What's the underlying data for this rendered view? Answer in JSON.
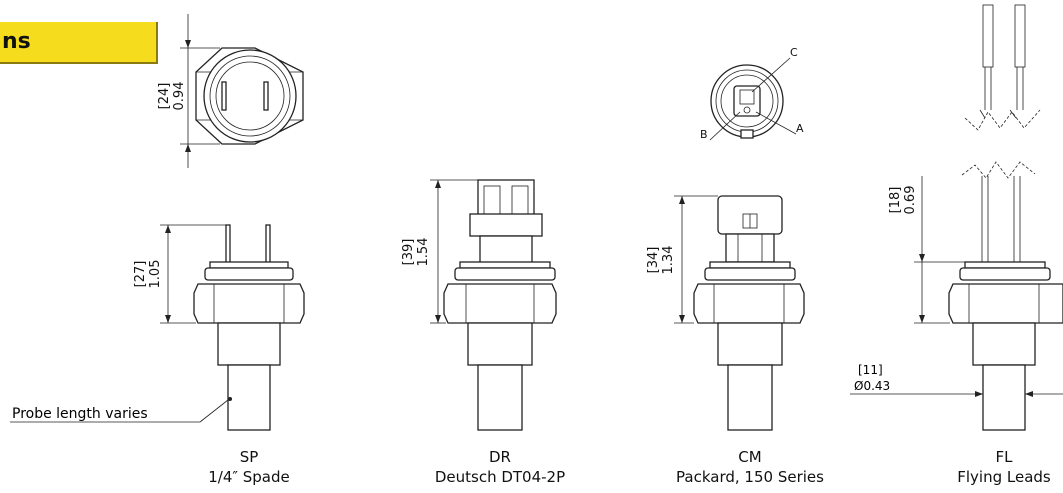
{
  "banner": {
    "text": "ns"
  },
  "views": [
    {
      "code": "SP",
      "caption": "1/4″ Spade"
    },
    {
      "code": "DR",
      "caption": "Deutsch DT04-2P"
    },
    {
      "code": "CM",
      "caption": "Packard, 150 Series"
    },
    {
      "code": "FL",
      "caption": "Flying Leads"
    }
  ],
  "dimensions": {
    "top_mm": "[24]",
    "top_in": "0.94",
    "sp_mm": "[27]",
    "sp_in": "1.05",
    "dr_mm": "[39]",
    "dr_in": "1.54",
    "cm_mm": "[34]",
    "cm_in": "1.34",
    "fl_mm": "[18]",
    "fl_in": "0.69",
    "dia_mm": "[11]",
    "dia_in": "Ø0.43"
  },
  "pins": {
    "a": "A",
    "b": "B",
    "c": "C"
  },
  "callouts": {
    "probe": "Probe length varies"
  }
}
